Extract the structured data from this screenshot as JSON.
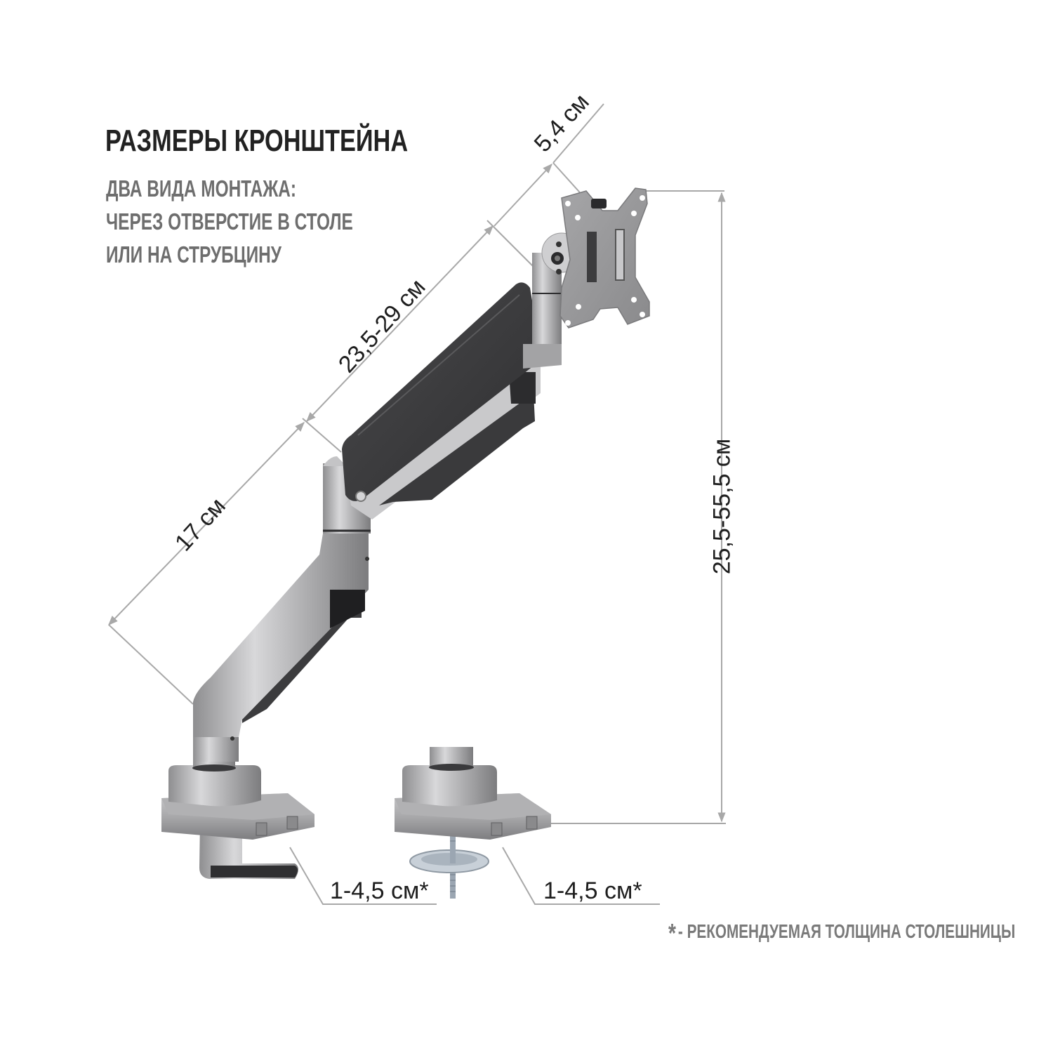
{
  "header": {
    "title": "РАЗМЕРЫ КРОНШТЕЙНА",
    "subtitle_lines": [
      "ДВА ВИДА МОНТАЖА:",
      "ЧЕРЕЗ ОТВЕРСТИЕ В СТОЛЕ",
      "ИЛИ НА СТРУБЦИНУ"
    ]
  },
  "dimensions": {
    "vesa_plate_depth": "5,4 см",
    "upper_arm_length": "23,5-29 см",
    "lower_arm_length": "17 см",
    "height_range": "25,5-55,5 см",
    "clamp_thickness": "1-4,5 см*",
    "grommet_thickness": "1-4,5 см*"
  },
  "footnote": {
    "marker": "*",
    "text": "- РЕКОМЕНДУЕМАЯ ТОЛЩИНА СТОЛЕШНИЦЫ"
  },
  "colors": {
    "heading": "#222222",
    "subtitle": "#6e6e6e",
    "dimension_line": "#a8a8a8",
    "silver": "#b9b9bb",
    "dark_cover": "#3b3b3d",
    "footnote": "#7a7a7a"
  }
}
